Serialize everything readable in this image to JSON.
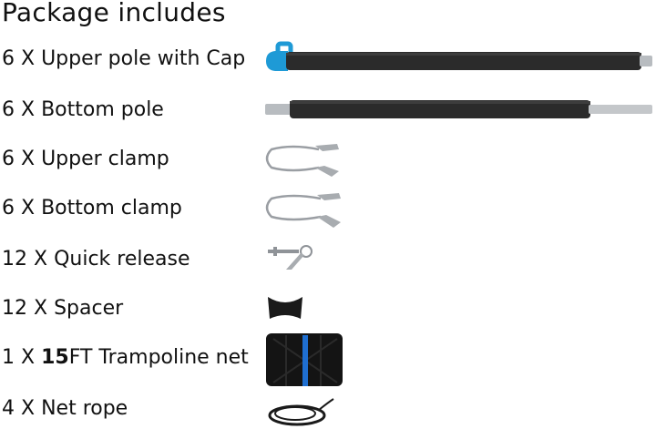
{
  "title": "Package includes",
  "items": [
    {
      "qty": "6",
      "x": "X",
      "name": "Upper pole with Cap",
      "icon": "upper-pole-with-cap"
    },
    {
      "qty": "6",
      "x": "X",
      "name": "Bottom pole",
      "icon": "bottom-pole"
    },
    {
      "qty": "6",
      "x": "X",
      "name": "Upper clamp",
      "icon": "upper-clamp"
    },
    {
      "qty": "6",
      "x": "X",
      "name": "Bottom clamp",
      "icon": "bottom-clamp"
    },
    {
      "qty": "12",
      "x": "X",
      "name": "Quick release",
      "icon": "quick-release"
    },
    {
      "qty": "12",
      "x": "X",
      "name": "Spacer",
      "icon": "spacer"
    },
    {
      "qty": "1",
      "x": "X",
      "size": "15",
      "name": "FT Trampoline net",
      "icon": "trampoline-net"
    },
    {
      "qty": "4",
      "x": "X",
      "name": "Net rope",
      "icon": "net-rope"
    }
  ],
  "colors": {
    "text": "#111111",
    "foam": "#2b2b2b",
    "cap": "#1e9ad6",
    "steel": "#b8bcc0",
    "net_stripe": "#1f6fd1"
  }
}
